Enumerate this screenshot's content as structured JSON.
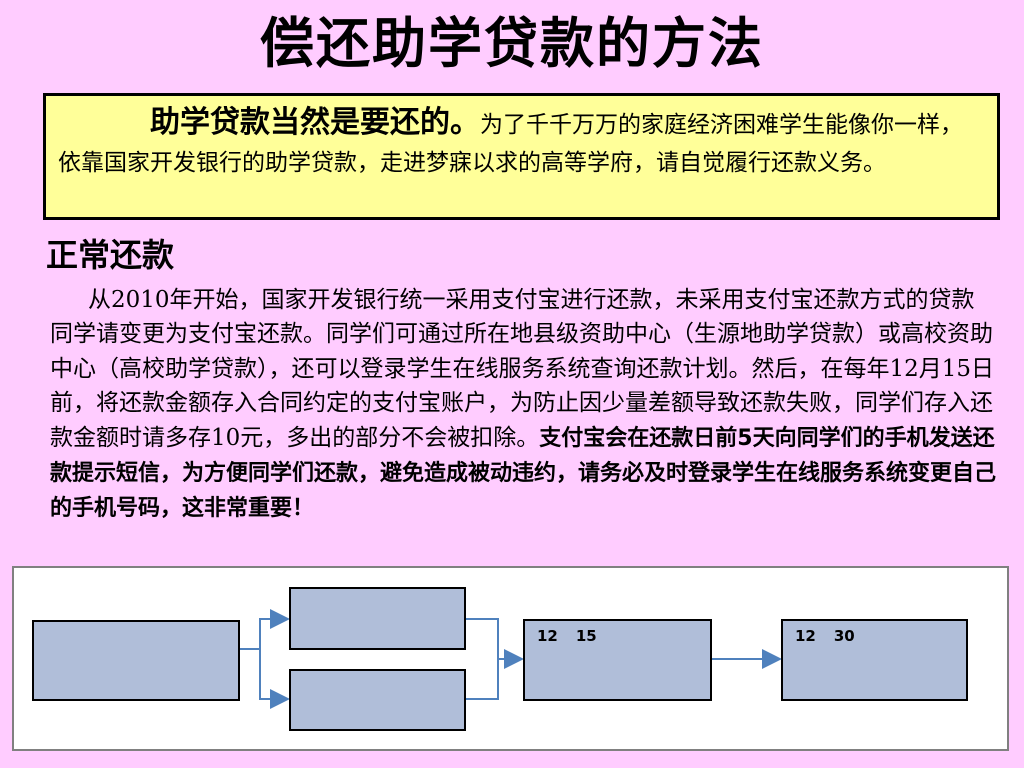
{
  "title": "偿还助学贷款的方法",
  "intro": {
    "lead": "助学贷款当然是要还的。",
    "text": "为了千千万万的家庭经济困难学生能像你一样，依靠国家开发银行的助学贷款，走进梦寐以求的高等学府，请自觉履行还款义务。"
  },
  "section": {
    "heading": "正常还款",
    "paragraph": "从2010年开始，国家开发银行统一采用支付宝进行还款，未采用支付宝还款方式的贷款同学请变更为支付宝还款。同学们可通过所在地县级资助中心（生源地助学贷款）或高校资助中心（高校助学贷款），还可以登录学生在线服务系统查询还款计划。然后，在每年12月15日前，将还款金额存入合同约定的支付宝账户，为防止因少量差额导致还款失败，同学们存入还款金额时请多存10元，多出的部分不会被扣除。",
    "emphasis": "支付宝会在还款日前5天向同学们的手机发送还款提示短信，为方便同学们还款，避免造成被动违约，请务必及时登录学生在线服务系统变更自己的手机号码，这非常重要！"
  },
  "flowchart": {
    "node_dec15_number": "12",
    "node_dec15_day": "15",
    "node_dec30_number": "12",
    "node_dec30_day": "30",
    "colors": {
      "node_fill": "#b0bed9",
      "connector": "#4f81bd"
    }
  }
}
